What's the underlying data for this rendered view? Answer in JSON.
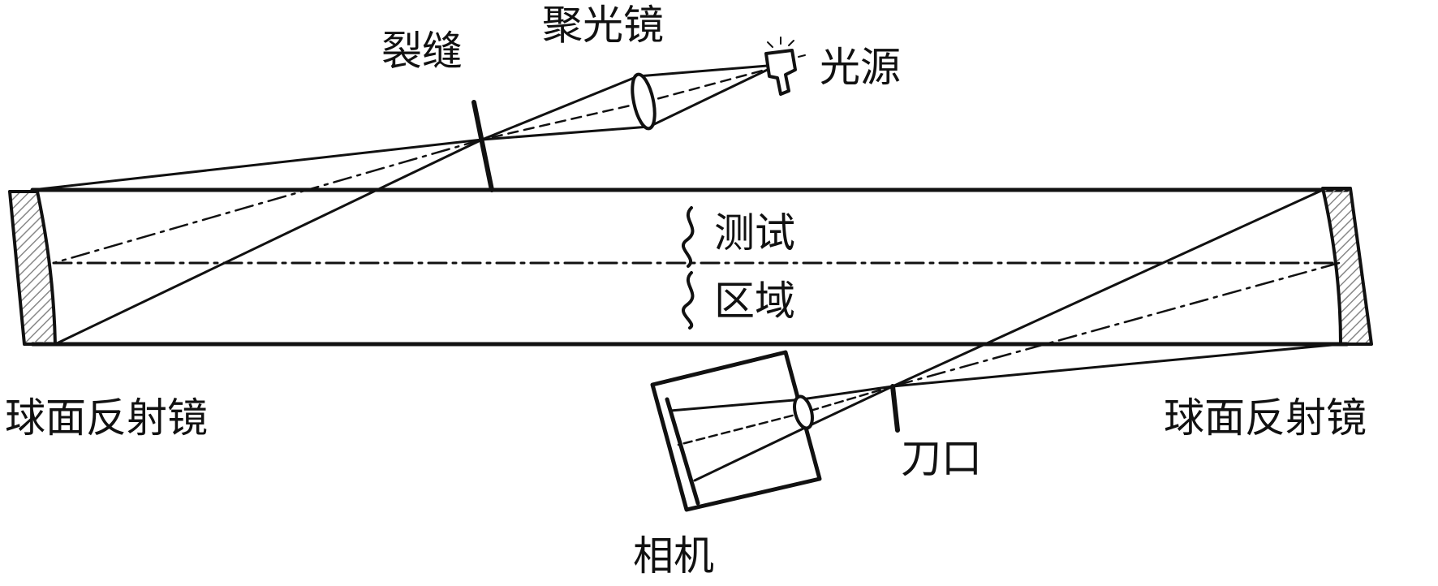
{
  "labels": {
    "slit": "裂缝",
    "condenser": "聚光镜",
    "light_source": "光源",
    "test_region_line1": "测试",
    "test_region_line2": "区域",
    "mirror_left": "球面反射镜",
    "mirror_right": "球面反射镜",
    "knife_edge": "刀口",
    "camera": "相机"
  },
  "colors": {
    "ink": "#111111",
    "background": "#ffffff",
    "hatch": "#888888"
  }
}
